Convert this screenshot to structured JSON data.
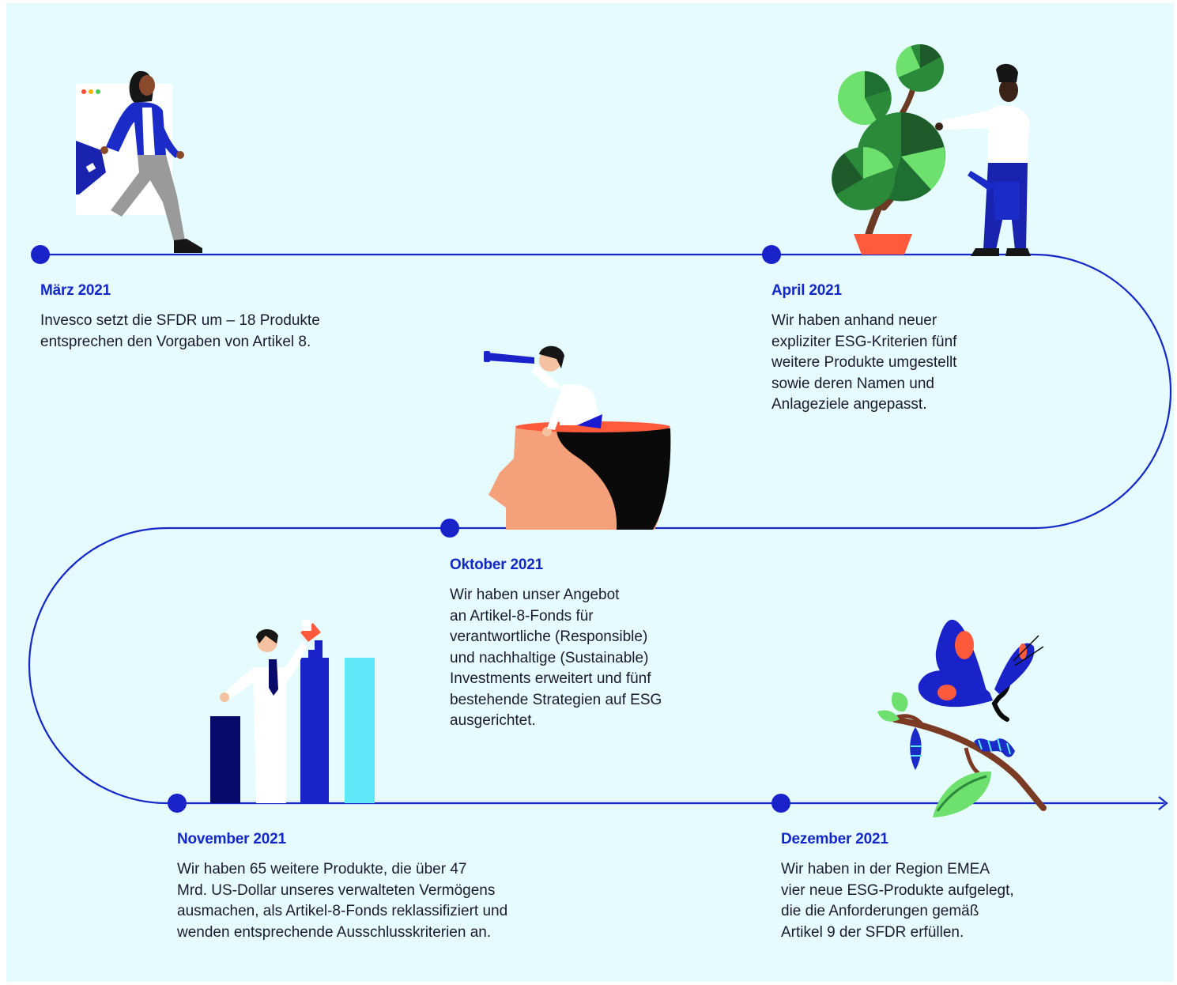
{
  "colors": {
    "background": "#e6fbfd",
    "line": "#1428c8",
    "dot": "#1a22c9",
    "date_text": "#1428c8",
    "body_text": "#1a1a2e"
  },
  "milestones": [
    {
      "date": "März 2021",
      "text": "Invesco setzt die SFDR um – 18 Produkte\nentsprechen den Vorgaben von Artikel 8.",
      "illustration": "businesswoman-walking-icon"
    },
    {
      "date": "April 2021",
      "text": "Wir haben anhand neuer\nexpliziter ESG-Kriterien fünf\nweitere Produkte umgestellt\nsowie deren Namen und\nAnlageziele angepasst.",
      "illustration": "pie-chart-tree-gardener-icon"
    },
    {
      "date": "Oktober 2021",
      "text": "Wir haben unser Angebot\nan Artikel-8-Fonds für\nverantwortliche (Responsible)\nund nachhaltige (Sustainable)\nInvestments erweitert und fünf\nbestehende Strategien auf ESG\nausgerichtet.",
      "illustration": "telescope-head-icon"
    },
    {
      "date": "November 2021",
      "text": "Wir haben 65 weitere Produkte, die über 47\nMrd. US-Dollar unseres verwalteten Vermögens\nausmachen, als Artikel-8-Fonds reklassifiziert und\nwenden entsprechende Ausschlusskriterien an.",
      "illustration": "bar-chart-painter-icon"
    },
    {
      "date": "Dezember 2021",
      "text": "Wir haben in der Region EMEA\nvier neue ESG-Produkte aufgelegt,\ndie die Anforderungen gemäß\nArtikel 9 der SFDR erfüllen.",
      "illustration": "butterfly-branch-icon"
    }
  ]
}
